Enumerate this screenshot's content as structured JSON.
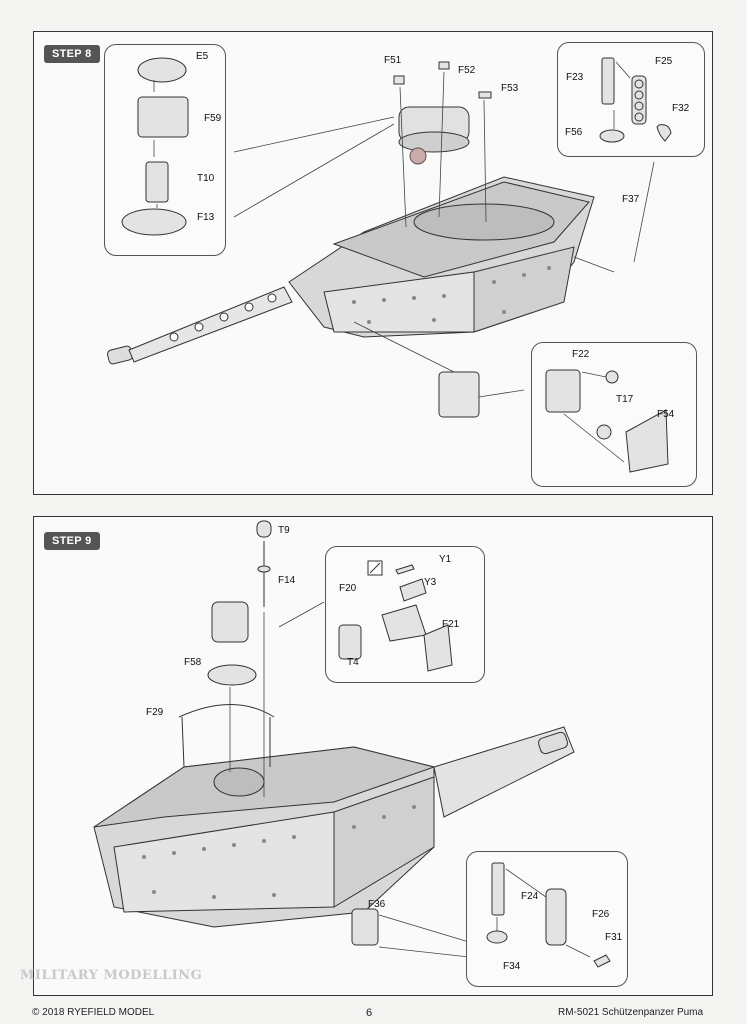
{
  "steps": [
    {
      "badge": "STEP 8",
      "labels": {
        "E5": "E5",
        "F59": "F59",
        "T10": "T10",
        "F13": "F13",
        "F51": "F51",
        "F52": "F52",
        "F53": "F53",
        "F23": "F23",
        "F25": "F25",
        "F32": "F32",
        "F56": "F56",
        "F37": "F37",
        "F22": "F22",
        "T17": "T17",
        "F54": "F54"
      }
    },
    {
      "badge": "STEP 9",
      "labels": {
        "T9": "T9",
        "F14": "F14",
        "F58": "F58",
        "F29": "F29",
        "Y1": "Y1",
        "Y3": "Y3",
        "F20": "F20",
        "F21": "F21",
        "T4": "T4",
        "F36": "F36",
        "F24": "F24",
        "F26": "F26",
        "F31": "F31",
        "F34": "F34"
      }
    }
  ],
  "footer": {
    "copyright": "© 2018 RYEFIELD MODEL",
    "page": "6",
    "model": "RM-5021 Schützenpanzer Puma"
  },
  "watermark": "MILITARY MODELLING"
}
